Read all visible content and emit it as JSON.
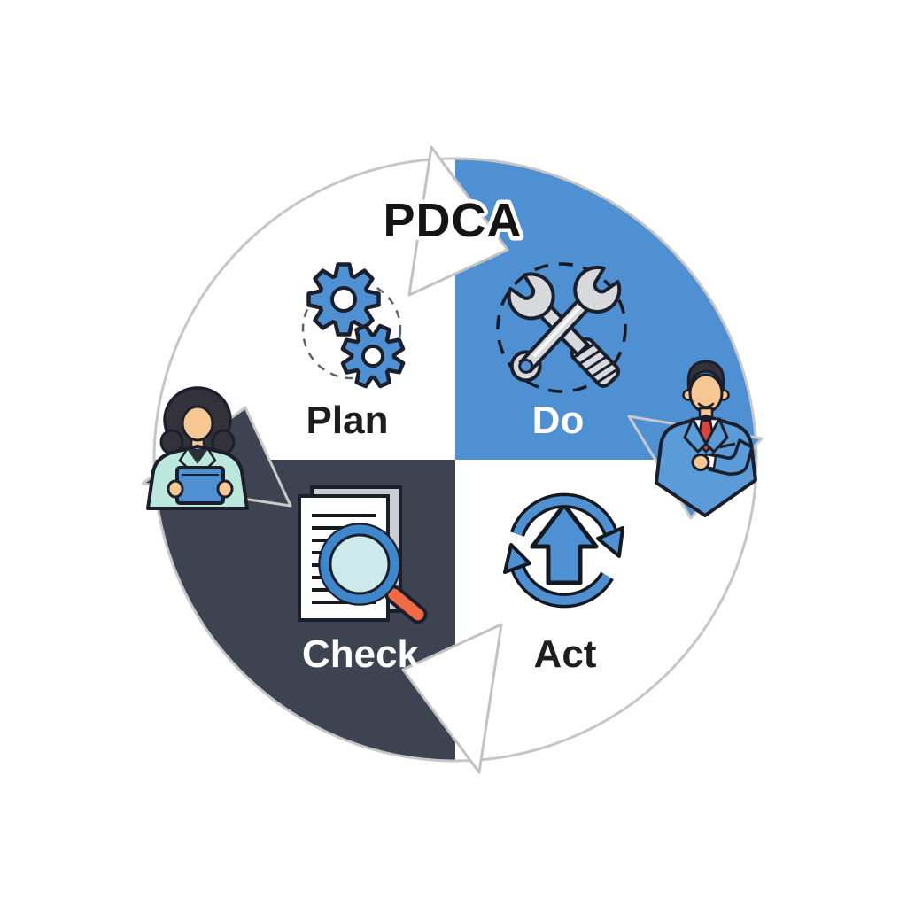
{
  "diagram": {
    "title": "PDCA",
    "type": "cycle",
    "direction": "clockwise",
    "quadrants": [
      {
        "id": "plan",
        "label": "Plan",
        "position": "top-left",
        "fill": "#FFFFFF",
        "label_color": "#1D1D1D",
        "icon": "gears-icon"
      },
      {
        "id": "do",
        "label": "Do",
        "position": "top-right",
        "fill": "#4E90D2",
        "label_color": "#FFFFFF",
        "icon": "crossed-wrenches-icon"
      },
      {
        "id": "check",
        "label": "Check",
        "position": "bottom-left",
        "fill": "#3D4350",
        "label_color": "#FFFFFF",
        "icon": "document-magnifier-icon"
      },
      {
        "id": "act",
        "label": "Act",
        "position": "bottom-right",
        "fill": "#FFFFFF",
        "label_color": "#1D1D1D",
        "icon": "cycle-arrows-icon"
      }
    ],
    "figures": [
      {
        "id": "woman-with-tablet",
        "position": "left",
        "description": "businesswoman holding a blue tablet"
      },
      {
        "id": "man-in-suit",
        "position": "right",
        "description": "businessman in blue suit with red tie"
      }
    ],
    "colors": {
      "do_blue": "#4E90D2",
      "check_dark": "#3D4350",
      "outline_dark": "#1A1F2B",
      "arc_border": "#C6C6C6",
      "tool_gray": "#D8D9DD",
      "gear_blue": "#4E90D2",
      "magnifier_lens": "#CDE9EB",
      "magnifier_ring": "#3F87CC",
      "magnifier_handle": "#F26A45",
      "jacket_mint": "#BCE7DC",
      "suit_blue": "#5B9BD8",
      "tie_red": "#D8453C",
      "skin": "#F6C693",
      "hair": "#33323A",
      "tablet_blue": "#4E90D2"
    }
  }
}
